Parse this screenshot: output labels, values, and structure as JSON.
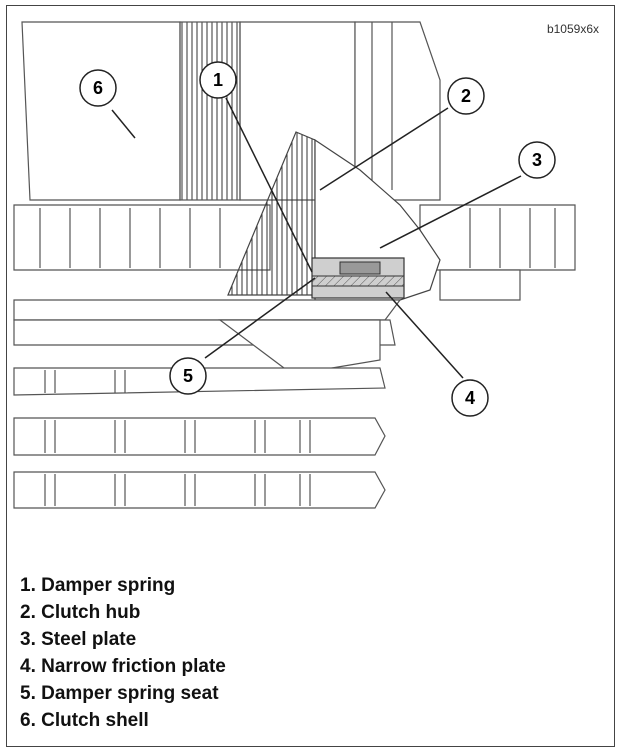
{
  "figure_code": "b1059x6x",
  "callouts": [
    {
      "number": "1"
    },
    {
      "number": "2"
    },
    {
      "number": "3"
    },
    {
      "number": "4"
    },
    {
      "number": "5"
    },
    {
      "number": "6"
    }
  ],
  "legend": [
    {
      "text": "1. Damper spring"
    },
    {
      "text": "2. Clutch hub"
    },
    {
      "text": "3. Steel plate"
    },
    {
      "text": "4. Narrow friction plate"
    },
    {
      "text": "5. Damper spring seat"
    },
    {
      "text": "6. Clutch shell"
    }
  ]
}
